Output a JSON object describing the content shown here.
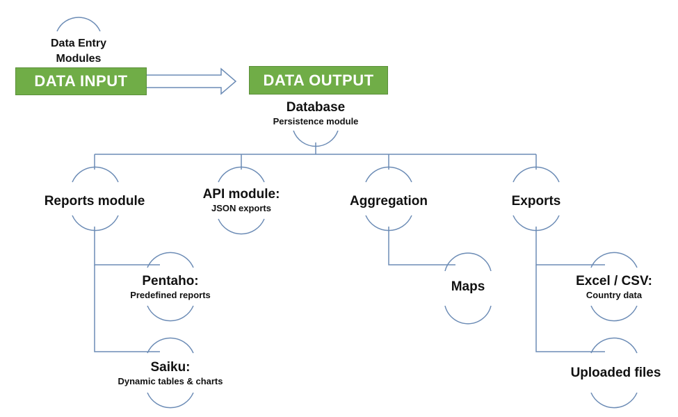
{
  "colors": {
    "connector": "#6b8bb5",
    "box_fill": "#70ad47",
    "box_text": "#ffffff"
  },
  "input_box": {
    "label": "DATA INPUT"
  },
  "output_box": {
    "label": "DATA OUTPUT"
  },
  "data_entry": {
    "title": "Data Entry",
    "title2": "Modules"
  },
  "database": {
    "title": "Database",
    "subtitle": "Persistence module"
  },
  "reports": {
    "title": "Reports module"
  },
  "api": {
    "title": "API module:",
    "subtitle": "JSON exports"
  },
  "aggregation": {
    "title": "Aggregation"
  },
  "exports": {
    "title": "Exports"
  },
  "pentaho": {
    "title": "Pentaho:",
    "subtitle": "Predefined reports"
  },
  "saiku": {
    "title": "Saiku:",
    "subtitle": "Dynamic tables & charts"
  },
  "maps": {
    "title": "Maps"
  },
  "excel": {
    "title": "Excel / CSV:",
    "subtitle": "Country data"
  },
  "uploaded": {
    "title": "Uploaded files"
  }
}
